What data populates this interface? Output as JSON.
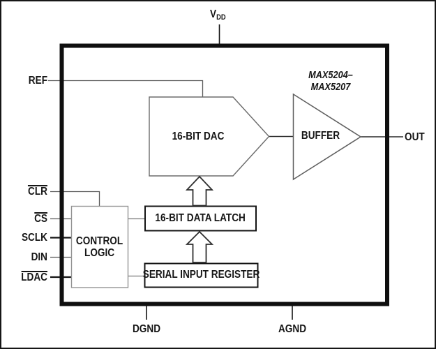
{
  "part": {
    "line1": "MAX5204–",
    "line2": "MAX5207"
  },
  "pins": {
    "vdd_base": "V",
    "vdd_sub": "DD",
    "ref": "REF",
    "clr": "CLR",
    "cs": "CS",
    "sclk": "SCLK",
    "din": "DIN",
    "ldac": "LDAC",
    "out": "OUT",
    "dgnd": "DGND",
    "agnd": "AGND"
  },
  "blocks": {
    "dac": "16-BIT DAC",
    "buffer": "BUFFER",
    "control_line1": "CONTROL",
    "control_line2": "LOGIC",
    "data_latch": "16-BIT DATA LATCH",
    "serial_input_register": "SERIAL INPUT REGISTER"
  },
  "colors": {
    "line_dark": "#141414",
    "line_gray": "#5a5a5a",
    "outline_gray": "#6b6b6b",
    "background": "#ffffff"
  }
}
